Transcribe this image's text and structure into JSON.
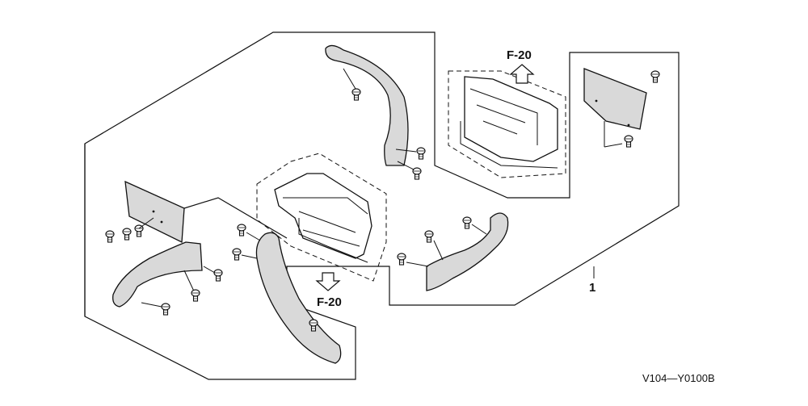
{
  "labels": {
    "ref_top": "F-20",
    "ref_bottom": "F-20",
    "part_number": "1",
    "diagram_code": "V104—Y0100B"
  },
  "icons": [
    "up-arrow-icon",
    "down-arrow-icon",
    "bolt-icon"
  ]
}
